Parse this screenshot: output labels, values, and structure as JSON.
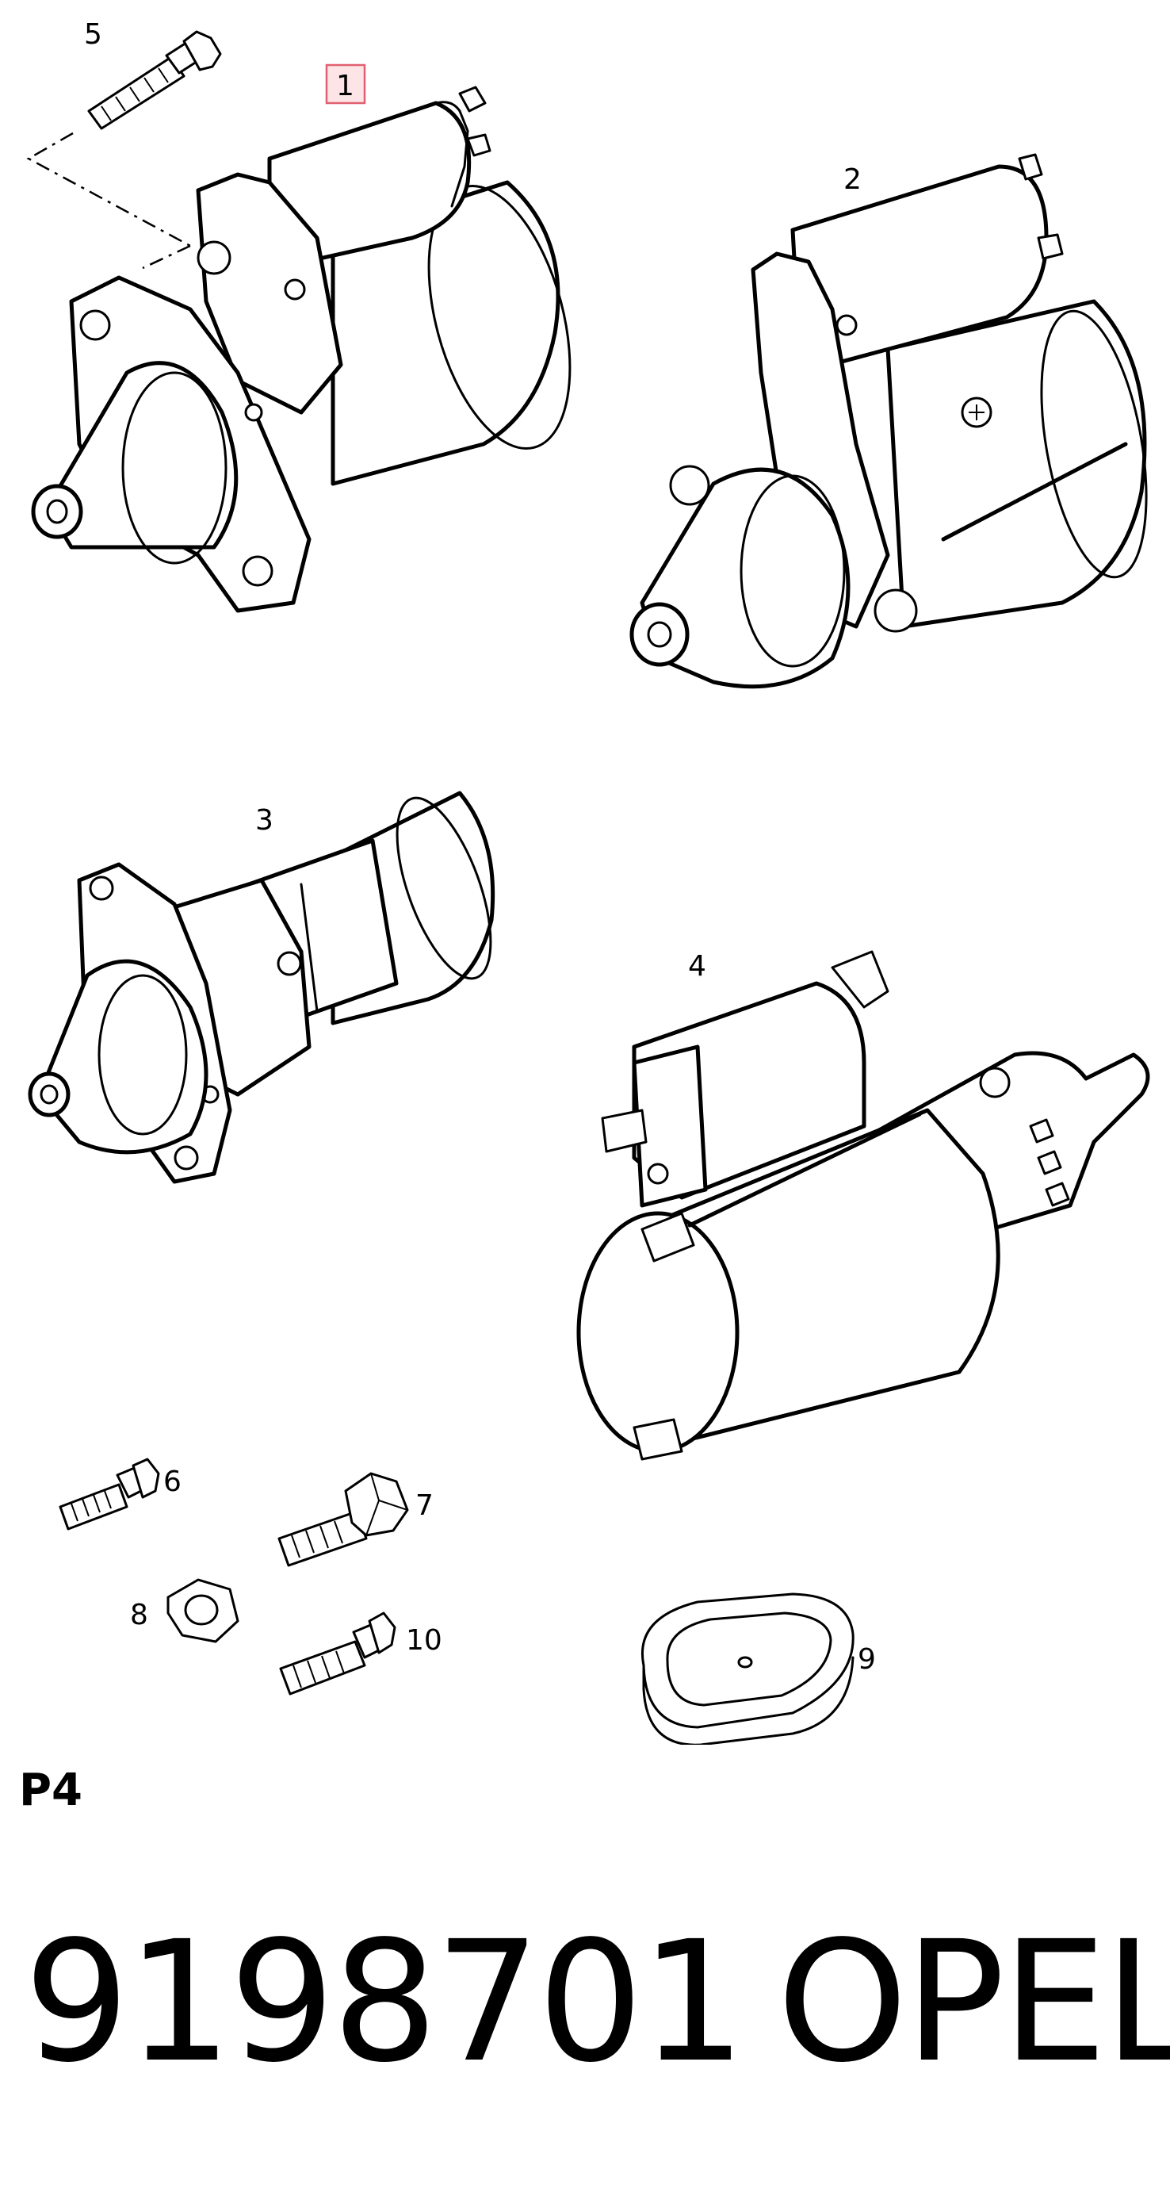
{
  "callouts": {
    "c1": "1",
    "c2": "2",
    "c3": "3",
    "c4": "4",
    "c5": "5",
    "c6": "6",
    "c7": "7",
    "c8": "8",
    "c9": "9",
    "c10": "10"
  },
  "page_label": "P4",
  "part_number": "9198701",
  "brand": "OPEL",
  "colors": {
    "highlight_fill": "#fde4e6",
    "highlight_stroke": "#e06070",
    "ink": "#000000"
  }
}
